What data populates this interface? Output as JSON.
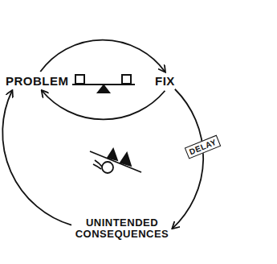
{
  "diagram": {
    "nodes": [
      {
        "text": [
          "PROBLEM"
        ]
      },
      {
        "text": [
          "FIX"
        ]
      },
      {
        "text": [
          "UNINTENDED CONSEQUENCES"
        ]
      }
    ],
    "edges": [
      {
        "from": 0,
        "to": 1,
        "arrow": "to"
      },
      {
        "from": 1,
        "to": 0,
        "arrow": "to"
      },
      {
        "from": 1,
        "to": 2,
        "label": "DELAY",
        "arrow": "to"
      },
      {
        "from": 2,
        "to": 0,
        "arrow": "to"
      }
    ]
  }
}
